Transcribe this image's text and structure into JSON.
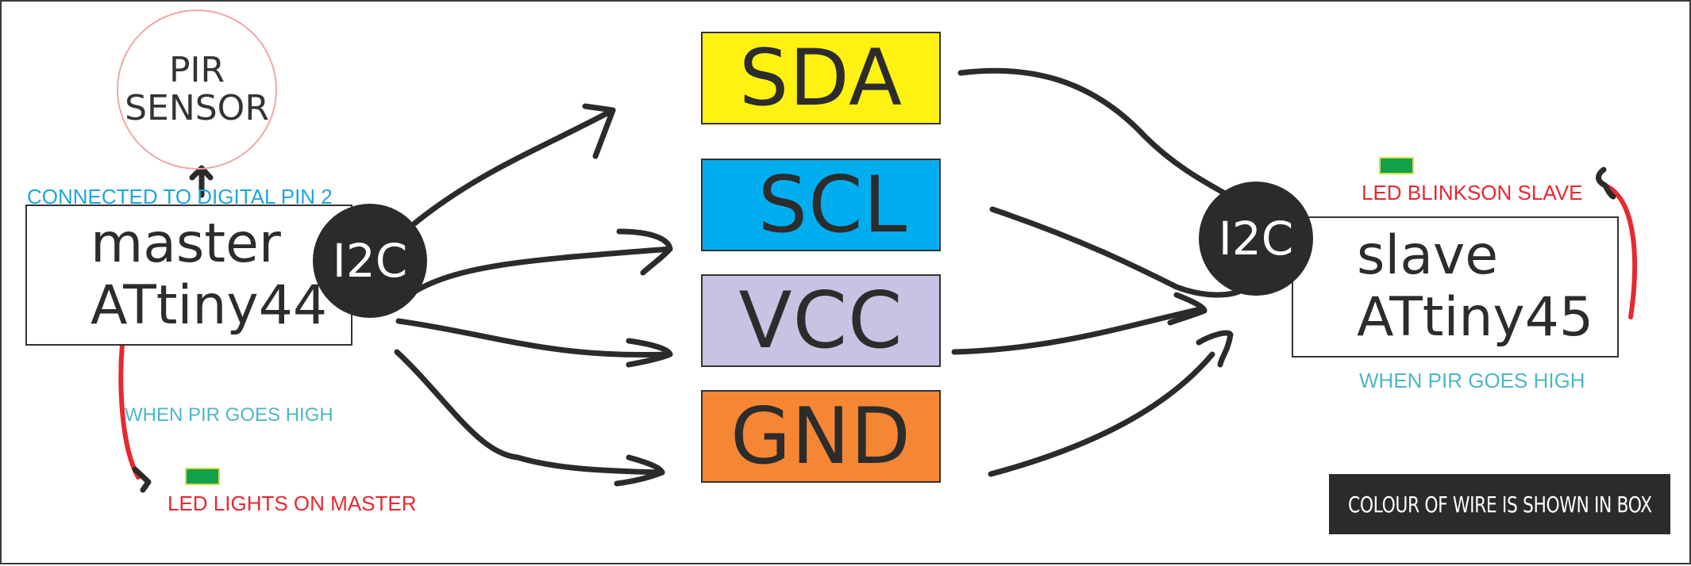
{
  "pir": {
    "line1": "PIR",
    "line2": "SENSOR"
  },
  "master": {
    "line1": "master",
    "line2": "ATtiny44",
    "i2c": "I2C",
    "pin_note": "CONNECTED TO DIGITAL PIN 2",
    "pir_note": "WHEN PIR GOES HIGH",
    "led_note": "LED LIGHTS ON MASTER"
  },
  "wires": {
    "sda": "SDA",
    "scl": "SCL",
    "vcc": "VCC",
    "gnd": "GND"
  },
  "slave": {
    "line1": "slave",
    "line2": "ATtiny45",
    "i2c": "I2C",
    "led_note": "LED BLINKSON SLAVE",
    "pir_note": "WHEN PIR GOES HIGH"
  },
  "legend": "COLOUR OF WIRE IS SHOWN IN BOX",
  "colors": {
    "sda": "#fff212",
    "scl": "#00aeef",
    "vcc": "#c6c3e3",
    "gnd": "#f58634",
    "cyan_text": "#1fa5dc",
    "teal_text": "#4cb7c6",
    "red_text": "#e8282f",
    "led": "#12a04a"
  }
}
